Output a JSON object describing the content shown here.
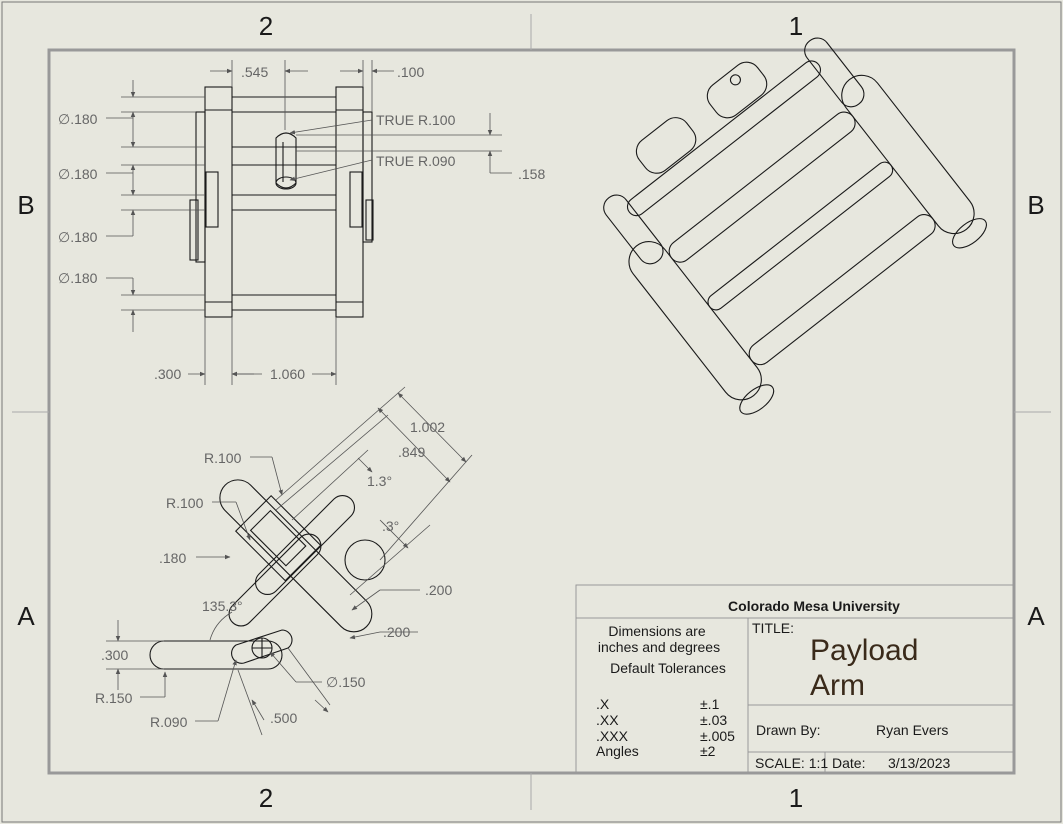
{
  "zones": {
    "top": [
      "2",
      "1"
    ],
    "bottom": [
      "2",
      "1"
    ],
    "left": [
      "B",
      "A"
    ],
    "right": [
      "B",
      "A"
    ]
  },
  "front_view": {
    "dims": {
      "d545": ".545",
      "d100": ".100",
      "true_r100": "TRUE R.100",
      "true_r090": "TRUE R.090",
      "d158": ".158",
      "dia1": "∅.180",
      "dia2": "∅.180",
      "dia3": "∅.180",
      "dia4": "∅.180",
      "d300": ".300",
      "d1060": "1.060"
    }
  },
  "side_view": {
    "dims": {
      "d1002": "1.002",
      "d849": ".849",
      "a13": "1.3°",
      "a03": ".3°",
      "r100a": "R.100",
      "r100b": "R.100",
      "d180": ".180",
      "d200a": ".200",
      "d200b": ".200",
      "a1353": "135.3°",
      "d300": ".300",
      "r150": "R.150",
      "r090": "R.090",
      "dia150": "∅.150",
      "d500": ".500"
    }
  },
  "title_block": {
    "university": "Colorado Mesa University",
    "units_line1": "Dimensions are",
    "units_line2": "inches and degrees",
    "tolerances_header": "Default Tolerances",
    "tolerances": [
      {
        "label": ".X",
        "value": "±.1"
      },
      {
        "label": ".XX",
        "value": "±.03"
      },
      {
        "label": ".XXX",
        "value": "±.005"
      },
      {
        "label": "Angles",
        "value": "±2"
      }
    ],
    "title_label": "TITLE:",
    "title_line1": "Payload",
    "title_line2": "Arm",
    "drawn_by_label": "Drawn By:",
    "drawn_by": "Ryan Evers",
    "scale_label": "SCALE: 1:1",
    "date_label": "Date:",
    "date": "3/13/2023"
  },
  "colors": {
    "paper": "#e7e7de",
    "line": "#1a1a1a",
    "dimension": "#666666",
    "title_text": "#3a2a1a"
  }
}
